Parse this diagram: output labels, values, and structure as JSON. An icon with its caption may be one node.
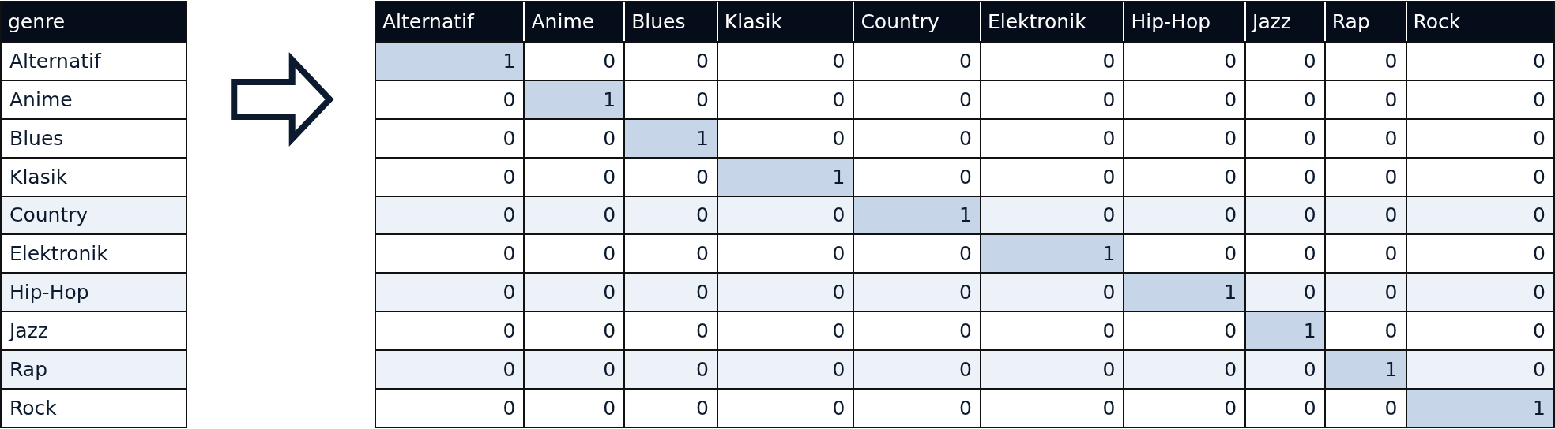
{
  "diagram": {
    "nodes": [
      {
        "text": [
          "genre",
          "Alternatif",
          "Anime",
          "Blues",
          "Klasik",
          "Country",
          "Elektronik",
          "Hip-Hop",
          "Jazz",
          "Rap",
          "Rock"
        ]
      },
      {
        "text": [
          "Alternatif",
          "Anime",
          "Blues",
          "Klasik",
          "Country",
          "Elektronik",
          "Hip-Hop",
          "Jazz",
          "Rap",
          "Rock",
          "1",
          "0",
          "0",
          "0",
          "0",
          "0",
          "0",
          "0",
          "0",
          "0",
          "0",
          "1",
          "0",
          "0",
          "0",
          "0",
          "0",
          "0",
          "0",
          "0",
          "0",
          "0",
          "1",
          "0",
          "0",
          "0",
          "0",
          "0",
          "0",
          "0",
          "0",
          "0",
          "0",
          "1",
          "0",
          "0",
          "0",
          "0",
          "0",
          "0",
          "0",
          "0",
          "0",
          "0",
          "1",
          "0",
          "0",
          "0",
          "0",
          "0",
          "0",
          "0",
          "0",
          "0",
          "0",
          "1",
          "0",
          "0",
          "0",
          "0",
          "0",
          "0",
          "0",
          "0",
          "0",
          "0",
          "1",
          "0",
          "0",
          "0",
          "0",
          "0",
          "0",
          "0",
          "0",
          "0",
          "0",
          "1",
          "0",
          "0",
          "0",
          "0",
          "0",
          "0",
          "0",
          "0",
          "0",
          "0",
          "1",
          "0",
          "0",
          "0",
          "0",
          "0",
          "0",
          "0",
          "0",
          "0",
          "0",
          "1"
        ]
      }
    ],
    "edges": [
      {
        "from": 0,
        "to": 1,
        "arrow": "to"
      }
    ]
  }
}
